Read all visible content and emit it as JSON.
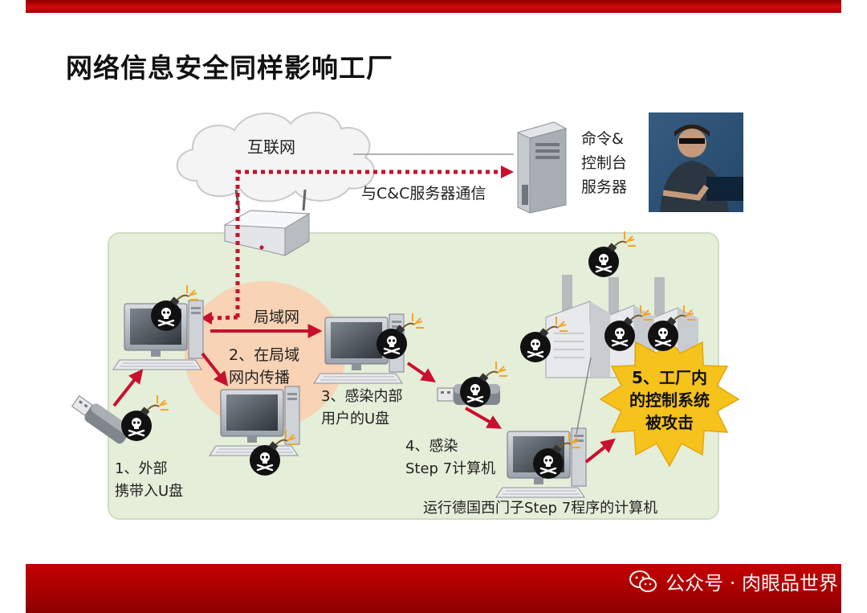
{
  "title": "网络信息安全同样影响工厂",
  "labels": {
    "internet": "互联网",
    "cnc_server": "命令&\n控制台\n服务器",
    "cnc_comm": "与C&C服务器通信",
    "lan": "局域网",
    "step1": "1、外部\n携带入U盘",
    "step2": "2、在局域\n网内传播",
    "step3": "3、感染内部\n用户的U盘",
    "step4": "4、感染\nStep 7计算机",
    "step5": "5、工厂内\n的控制系统\n被攻击",
    "siemens_pc": "运行德国西门子Step 7程序的计算机"
  },
  "watermark": {
    "text": "公众号 · 肉眼品世界",
    "icon": "wechat-icon"
  },
  "colors": {
    "band_red": "#c00000",
    "arrow_red": "#c8102e",
    "lan_zone": "#e3eed8",
    "lan_circle": "#f7d2b8",
    "burst": "#f6c21c"
  }
}
